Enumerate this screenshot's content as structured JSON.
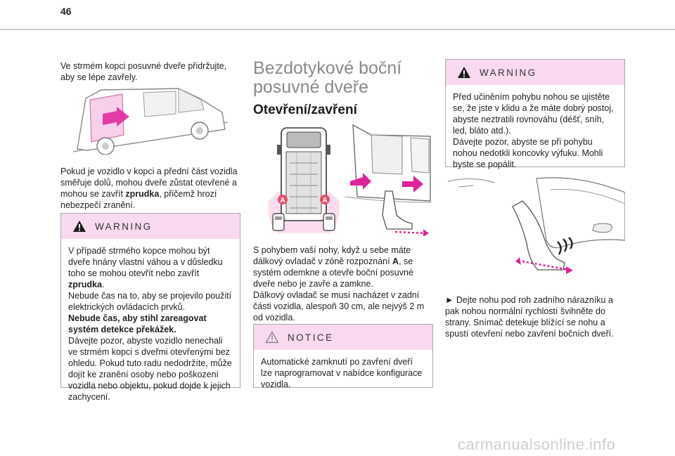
{
  "page": {
    "number": "46"
  },
  "col1": {
    "intro": "Ve strmém kopci posuvné dveře přidržujte, aby se lépe zavřely.",
    "p2a": "Pokud je vozidlo v kopci a přední část vozidla směřuje dolů, mohou dveře zůstat otevřené a mohou se zavřít ",
    "p2b": "zprudka",
    "p2c": ", přičemž hrozí nebezpečí zranění.",
    "warning": {
      "label": "WARNING",
      "t1": "V případě strmého kopce mohou být dveře hnány vlastní váhou a v důsledku toho se mohou otevřít nebo zavřít ",
      "t1b": "zprudka",
      "t1c": ".",
      "t2": "Nebude čas na to, aby se projevilo použití elektrických ovládacích prvků.",
      "t3": "Nebude čas, aby stihl zareagovat systém detekce překážek.",
      "t4": "Dávejte pozor, abyste vozidlo nenechali ve strmém kopci s dveřmi otevřenými bez ohledu. Pokud tuto radu nedodržíte, může dojít ke zranění osoby nebo poškození vozidla nebo objektu, pokud dojde k jejich zachycení."
    }
  },
  "col2": {
    "title": "Bezdotykové boční posuvné dveře",
    "subtitle": "Otevření/zavření",
    "zone_label": "A",
    "p1a": "S pohybem vaší nohy, když u sebe máte dálkový ovladač v zóně rozpoznání ",
    "p1b": "A",
    "p1c": ", se systém odemkne a otevře boční posuvné dveře nebo je zavře a zamkne.",
    "p2": "Dálkový ovladač se musí nacházet v zadní části vozidla, alespoň 30 cm, ale nejvýš 2 m od vozidla.",
    "notice": {
      "label": "NOTICE",
      "text": "Automatické zamknutí po zavření dveří lze naprogramovat v nabídce konfigurace vozidla."
    }
  },
  "col3": {
    "warning": {
      "label": "WARNING",
      "t1": "Před učiněním pohybu nohou se ujistěte se, že jste v klidu a že máte dobrý postoj, abyste neztratili rovnováhu (déšť, sníh, led, bláto atd.).",
      "t2": "Dávejte pozor, abyste se při pohybu nohou nedotkli koncovky výfuku. Mohli byste se popálit."
    },
    "bullet": "►",
    "step": " Dejte nohu pod roh zadního nárazníku a pak nohou normální rychlostí švihněte do strany. Snímač detekuje blížící se nohu a spustí otevření nebo zavření bočních dveří."
  },
  "footer": {
    "brand": "carmanualsonline.info"
  },
  "colors": {
    "warning_bg": "#f8d9ef",
    "accent": "#e0219a",
    "title_grey": "#8a8a8a",
    "zone_red": "#e8506a"
  }
}
